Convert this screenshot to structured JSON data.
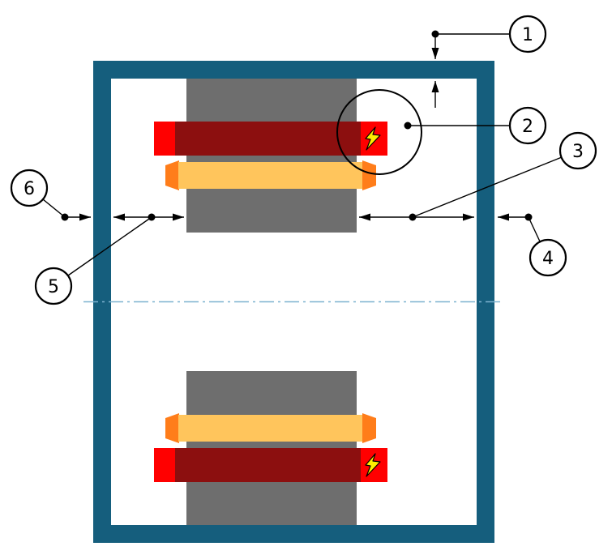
{
  "callouts": [
    {
      "id": 1,
      "label": "1"
    },
    {
      "id": 2,
      "label": "2"
    },
    {
      "id": 3,
      "label": "3"
    },
    {
      "id": 4,
      "label": "4"
    },
    {
      "id": 5,
      "label": "5"
    },
    {
      "id": 6,
      "label": "6"
    }
  ],
  "icons": {
    "energized_indicator": "lightning-bolt"
  },
  "colors": {
    "frame": "#155e7d",
    "core": "#6e6e6e",
    "winding": "#8c0f0f",
    "winding_cap": "#ff0000",
    "bar": "#ffc55c",
    "bar_cap": "#ff7d1a",
    "bolt": "#ffee00",
    "centerline": "#7eb2cf",
    "line": "#000000",
    "background": "#ffffff"
  }
}
